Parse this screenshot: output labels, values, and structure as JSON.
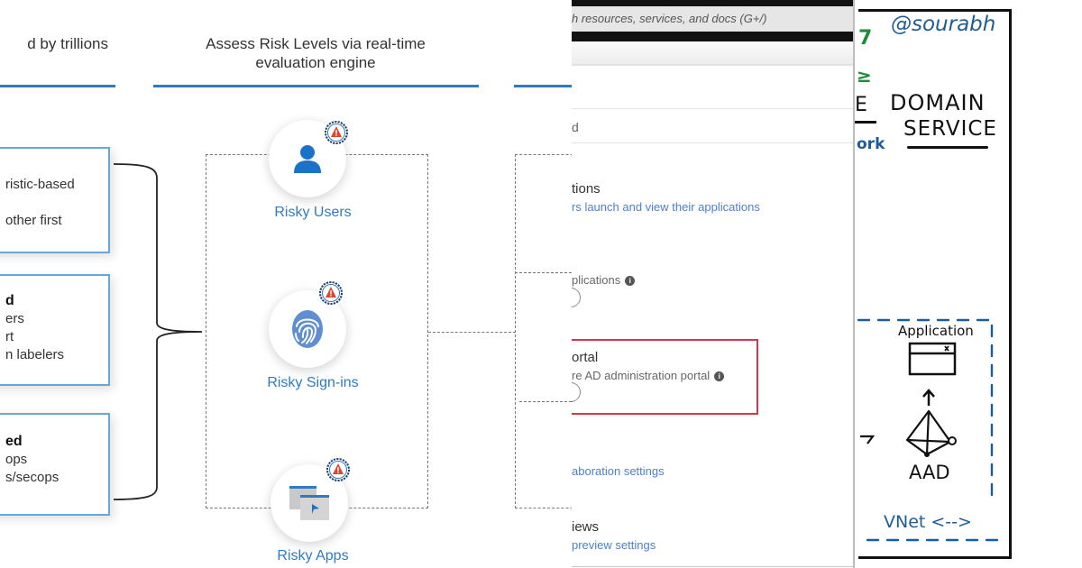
{
  "diagram": {
    "columns": [
      {
        "title": "d by trillions"
      },
      {
        "title_line1": "Assess Risk Levels via real-time",
        "title_line2": "evaluation engine"
      },
      {
        "title": ""
      }
    ],
    "sources": [
      {
        "lines": [
          "ristic-based",
          "",
          "other first"
        ]
      },
      {
        "bold": "d",
        "lines": [
          "ers",
          "rt",
          "n labelers"
        ]
      },
      {
        "bold": "ed",
        "lines": [
          "ops",
          "s/secops"
        ]
      }
    ],
    "risk_nodes": [
      {
        "label": "Risky Users",
        "icon": "user-icon",
        "badge": "warning-gear-icon"
      },
      {
        "label": "Risky Sign-ins",
        "icon": "fingerprint-icon",
        "badge": "warning-gear-icon"
      },
      {
        "label": "Risky Apps",
        "icon": "app-windows-icon",
        "badge": "warning-gear-icon"
      }
    ],
    "colors": {
      "accent": "#2e7bc4",
      "warning": "#d9482b",
      "box_border": "#6aa6d8"
    }
  },
  "portal": {
    "search_placeholder": "h resources, services, and docs (G+/)",
    "filter_fragment": "d",
    "sections": [
      {
        "heading": "tions",
        "link": "rs launch and view their applications"
      },
      {
        "label": "plications",
        "has_info": true,
        "info_glyph": "i"
      },
      {
        "heading": "ortal",
        "description": "re AD administration portal",
        "has_info": true,
        "info_glyph": "i",
        "highlighted": true
      },
      {
        "link": "aboration settings"
      },
      {
        "heading": "iews",
        "link": "preview settings"
      }
    ],
    "colors": {
      "link": "#4c7fd6",
      "highlight": "#d9364a"
    }
  },
  "sketch": {
    "handle": "@sourabh",
    "title_line1": "DOMAIN",
    "title_line2": "SERVICE",
    "left_fragments": [
      "7",
      "≥",
      "E",
      "ork"
    ],
    "application_label": "Application",
    "aad_label": "AAD",
    "vnet_label": "VNet <-->",
    "colors": {
      "ink": "#111111",
      "blue": "#1e5c99",
      "green": "#1f8a3a"
    }
  }
}
